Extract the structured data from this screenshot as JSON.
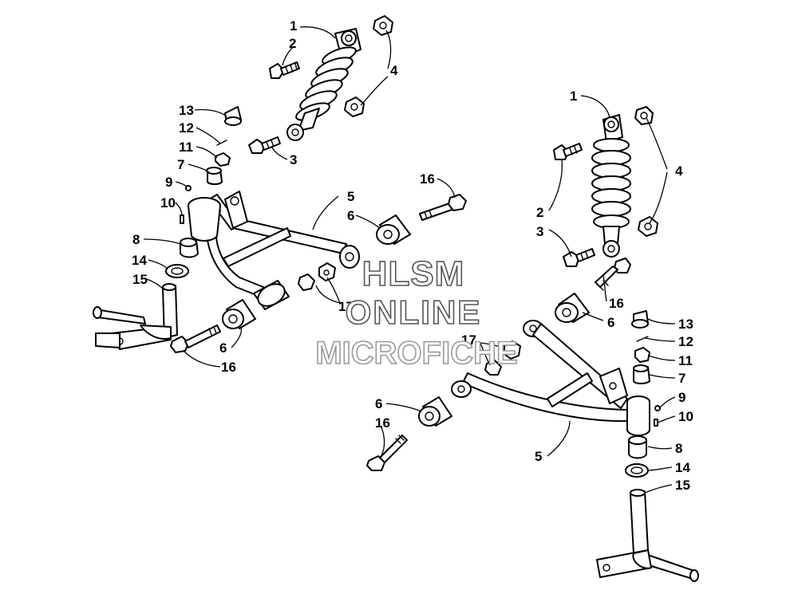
{
  "watermark": {
    "line1": "HLSM",
    "line2": "ONLINE",
    "line3": "MICROFICHE"
  },
  "callouts": {
    "left_shock": "1",
    "left_shock_bolt_upper": "2",
    "left_shock_bolt_lower": "3",
    "left_locknut": "4",
    "left_a_arm": "5",
    "left_bushing_upper": "6",
    "left_bushing_lower": "6",
    "left_bushing_7": "7",
    "left_bushing_8": "8",
    "left_grease_fitting": "9",
    "left_fitting_10": "10",
    "left_castle_nut": "11",
    "left_cotter_pin": "12",
    "left_dust_cap": "13",
    "left_seal": "14",
    "left_spindle": "15",
    "left_bolt_upper": "16",
    "left_bolt_lower": "16",
    "left_nut_17": "17",
    "right_shock": "1",
    "right_shock_bolt_upper": "2",
    "right_shock_bolt_lower": "3",
    "right_locknut": "4",
    "right_a_arm": "5",
    "right_bushing_upper": "6",
    "right_bushing_lower": "6",
    "right_bushing_7": "7",
    "right_bushing_8": "8",
    "right_grease_fitting": "9",
    "right_fitting_10": "10",
    "right_castle_nut": "11",
    "right_cotter_pin": "12",
    "right_dust_cap": "13",
    "right_seal": "14",
    "right_spindle": "15",
    "right_bolt_upper": "16",
    "right_bolt_lower": "16",
    "right_nut_17": "17"
  }
}
